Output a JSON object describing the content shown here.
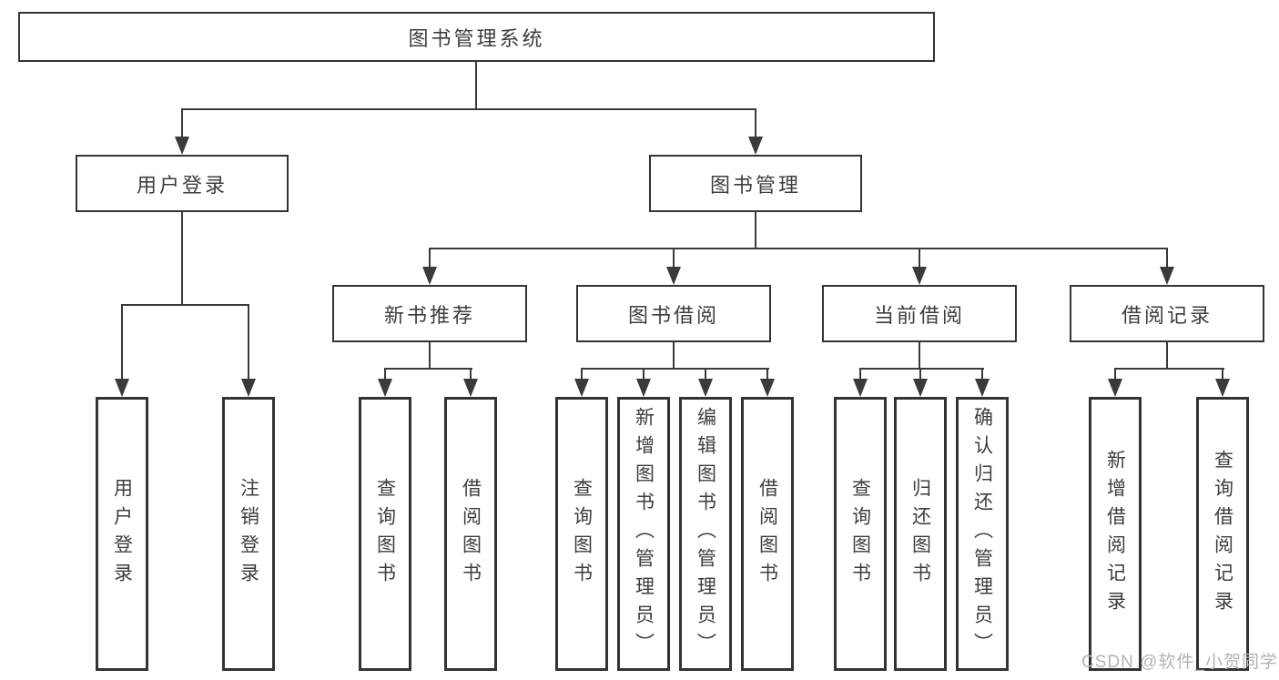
{
  "watermark": "CSDN @软件_小贺同学",
  "colors": {
    "line": "#3a3a3a",
    "border": "#333333",
    "text": "#3d3d3d",
    "watermark": "#b3b3b3",
    "background": "#ffffff"
  },
  "diagram": {
    "root": "图书管理系统",
    "branches": [
      {
        "label": "用户登录",
        "children": [
          "用户登录",
          "注销登录"
        ]
      },
      {
        "label": "图书管理",
        "groups": [
          {
            "label": "新书推荐",
            "children": [
              "查询图书",
              "借阅图书"
            ]
          },
          {
            "label": "图书借阅",
            "children": [
              "查询图书",
              "新增图书（管理员）",
              "编辑图书（管理员）",
              "借阅图书"
            ]
          },
          {
            "label": "当前借阅",
            "children": [
              "查询图书",
              "归还图书",
              "确认归还（管理员）"
            ]
          },
          {
            "label": "借阅记录",
            "children": [
              "新增借阅记录",
              "查询借阅记录"
            ]
          }
        ]
      }
    ]
  }
}
